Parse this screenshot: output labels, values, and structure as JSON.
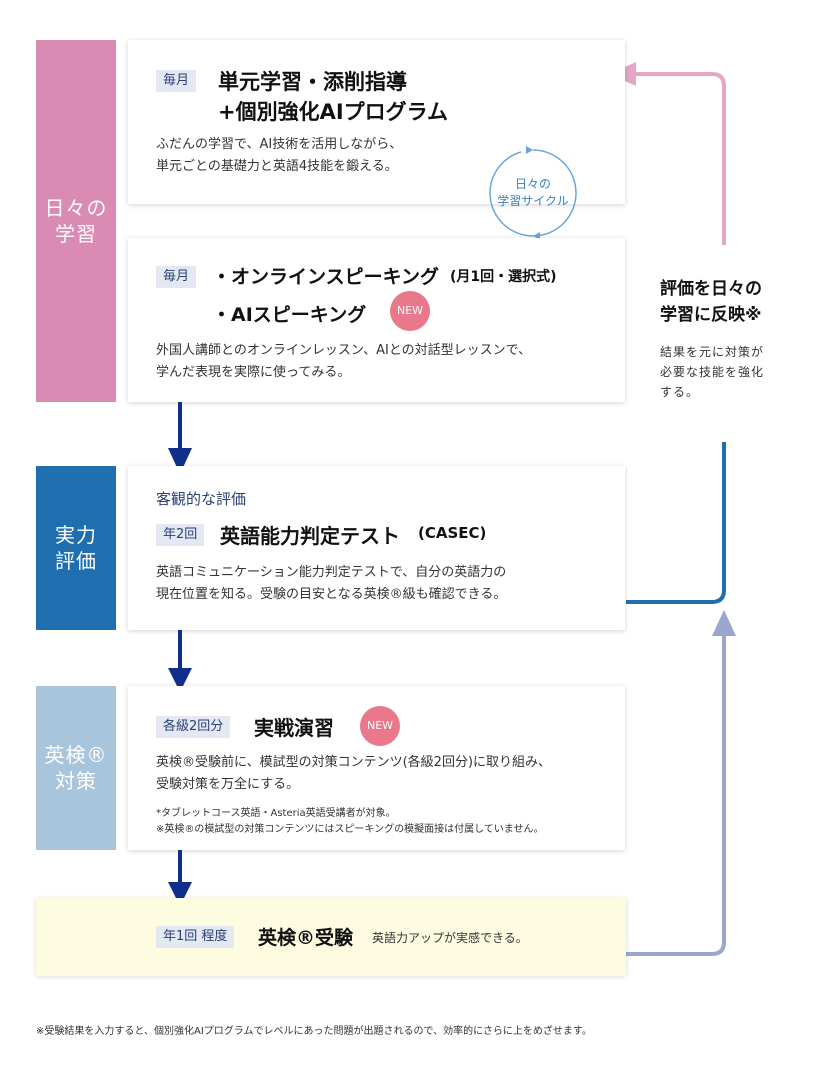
{
  "sidebar": {
    "daily": "日々の\n学習",
    "eval": "実力\n評価",
    "eiken": "英検®\n対策"
  },
  "cycle": "日々の\n学習サイクル",
  "card1": {
    "tag": "毎月",
    "title_line1": "単元学習・添削指導",
    "title_line2": "+個別強化AIプログラム",
    "body": "ふだんの学習で、AI技術を活用しながら、\n単元ごとの基礎力と英語4技能を鍛える。"
  },
  "card2": {
    "tag": "毎月",
    "title_line1": "・オンラインスピーキング",
    "title_line1_note": "(月1回・選択式)",
    "title_line2": "・AIスピーキング",
    "badge": "NEW",
    "body": "外国人講師とのオンラインレッスン、AIとの対話型レッスンで、\n学んだ表現を実際に使ってみる。"
  },
  "card3": {
    "subtitle": "客観的な評価",
    "tag": "年2回",
    "title": "英語能力判定テスト",
    "title_note": "(CASEC)",
    "body": "英語コミュニケーション能力判定テストで、自分の英語力の\n現在位置を知る。受験の目安となる英検®級も確認できる。"
  },
  "card4": {
    "tag": "各級2回分",
    "title": "実戦演習",
    "badge": "NEW",
    "body": "英検®受験前に、模試型の対策コンテンツ(各級2回分)に取り組み、\n受験対策を万全にする。",
    "notes": "*タブレットコース英語・Asteria英語受講者が対象。\n※英検®の模試型の対策コンテンツにはスピーキングの模擬面接は付属していません。"
  },
  "card5": {
    "tag": "年1回 程度",
    "title": "英検®受験",
    "body": "英語力アップが実感できる。"
  },
  "feedback": {
    "title": "評価を日々の\n学習に反映※",
    "body": "結果を元に対策が\n必要な技能を強化\nする。"
  },
  "footnote": "※受験結果を入力すると、個別強化AIプログラムでレベルにあった問題が出題されるので、効率的にさらに上をめざせます。",
  "colors": {
    "daily": "#d98bb3",
    "eval": "#1f6fb0",
    "eiken": "#a9c5dc",
    "arrow": "#0f2f8a",
    "exam_bg": "#fdfbe0",
    "feedback_pink": "#e5a6c6",
    "feedback_blue": "#1f6fb0",
    "feedback_light": "#9aa6cc"
  }
}
